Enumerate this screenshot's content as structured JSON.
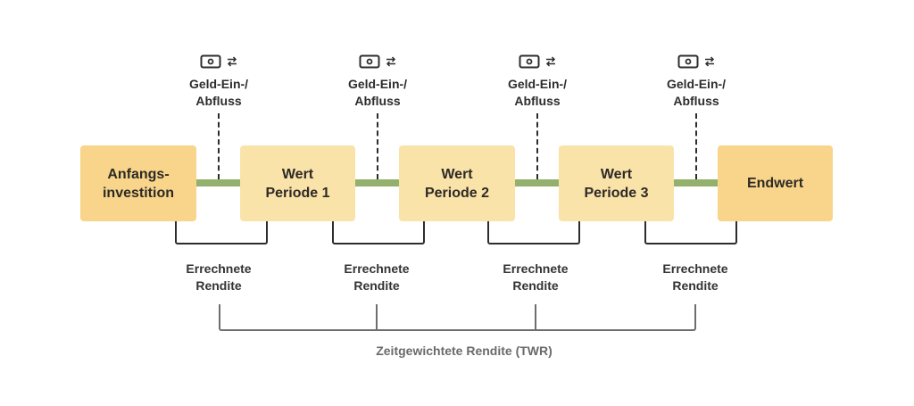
{
  "colors": {
    "box_primary": "#f8d58a",
    "box_secondary": "#fae3a9",
    "connector": "#93b06c",
    "line_dark": "#2d2d2d",
    "line_gray": "#6e6e6e"
  },
  "boxes": [
    {
      "line1": "Anfangs-",
      "line2": "investition"
    },
    {
      "line1": "Wert",
      "line2": "Periode 1"
    },
    {
      "line1": "Wert",
      "line2": "Periode 2"
    },
    {
      "line1": "Wert",
      "line2": "Periode 3"
    },
    {
      "line1": "Endwert",
      "line2": ""
    }
  ],
  "cash_flows": [
    {
      "icon": "money-icon",
      "icon2": "swap-arrows-icon",
      "line1": "Geld-Ein-/",
      "line2": "Abfluss"
    },
    {
      "icon": "money-icon",
      "icon2": "swap-arrows-icon",
      "line1": "Geld-Ein-/",
      "line2": "Abfluss"
    },
    {
      "icon": "money-icon",
      "icon2": "swap-arrows-icon",
      "line1": "Geld-Ein-/",
      "line2": "Abfluss"
    },
    {
      "icon": "money-icon",
      "icon2": "swap-arrows-icon",
      "line1": "Geld-Ein-/",
      "line2": "Abfluss"
    }
  ],
  "period_returns": [
    {
      "line1": "Errechnete",
      "line2": "Rendite"
    },
    {
      "line1": "Errechnete",
      "line2": "Rendite"
    },
    {
      "line1": "Errechnete",
      "line2": "Rendite"
    },
    {
      "line1": "Errechnete",
      "line2": "Rendite"
    }
  ],
  "total": {
    "label": "Zeitgewichtete Rendite (TWR)"
  }
}
